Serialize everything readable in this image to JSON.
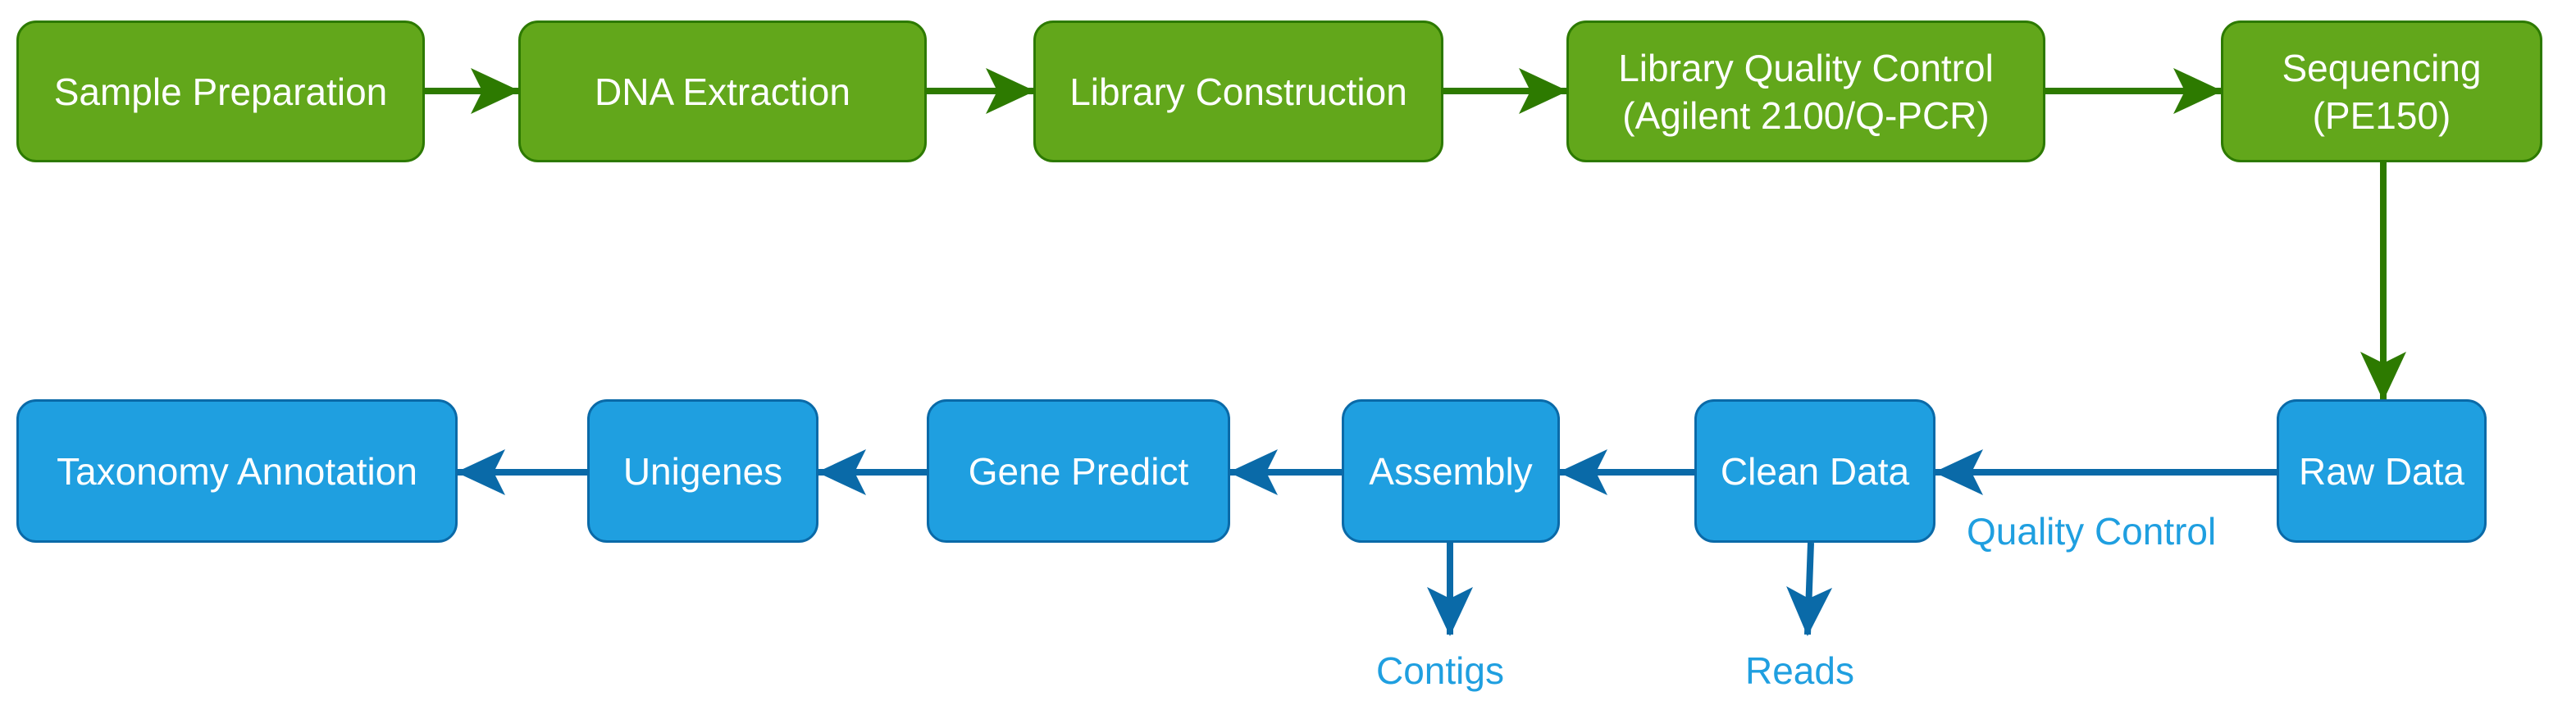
{
  "stages": {
    "sample_preparation": "Sample Preparation",
    "dna_extraction": "DNA Extraction",
    "library_construction": "Library Construction",
    "library_qc": "Library Quality Control\n(Agilent 2100/Q-PCR)",
    "sequencing": "Sequencing\n(PE150)",
    "raw_data": "Raw Data",
    "clean_data": "Clean Data",
    "assembly": "Assembly",
    "gene_predict": "Gene Predict",
    "unigenes": "Unigenes",
    "taxonomy_annotation": "Taxonomy Annotation"
  },
  "labels": {
    "quality_control": "Quality Control",
    "contigs": "Contigs",
    "reads": "Reads"
  },
  "colors": {
    "green_fill": "#62a71b",
    "green_stroke": "#2d7a00",
    "blue_fill": "#1f9fe0",
    "blue_stroke": "#0a6aa8",
    "blue_label": "#1f9fe0"
  }
}
